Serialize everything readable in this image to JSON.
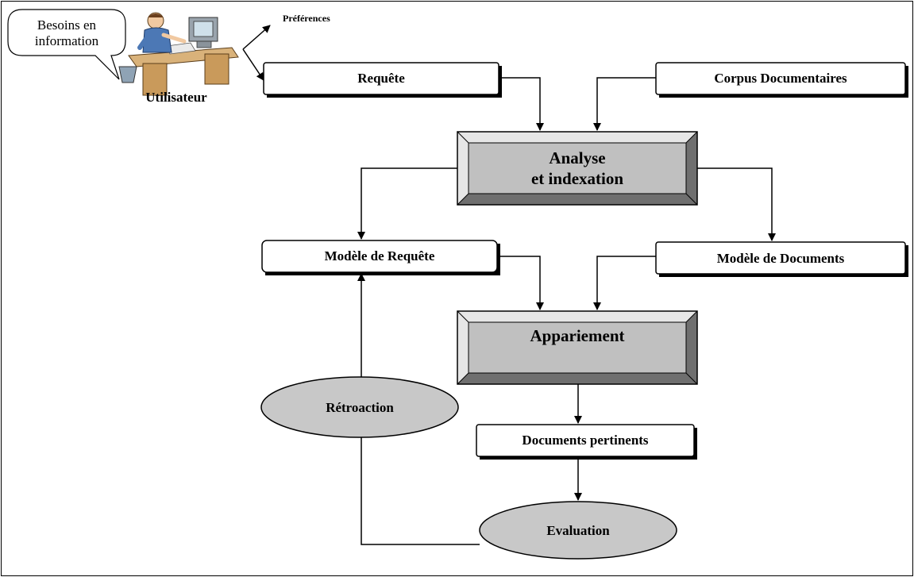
{
  "speech_bubble": {
    "line1": "Besoins en",
    "line2": "information"
  },
  "user_label": "Utilisateur",
  "preferences_label": "Préférences",
  "boxes": {
    "requete": "Requête",
    "corpus": "Corpus Documentaires",
    "analyse_line1": "Analyse",
    "analyse_line2": "et indexation",
    "modele_requete": "Modèle de Requête",
    "modele_documents": "Modèle de Documents",
    "appariement": "Appariement",
    "documents_pertinents": "Documents pertinents"
  },
  "ellipses": {
    "retroaction": "Rétroaction",
    "evaluation": "Evaluation"
  },
  "colors": {
    "process_fill": "#c0c0c0",
    "process_bevel_light": "#e6e6e6",
    "process_bevel_dark": "#6f6f6f",
    "ellipse_fill": "#c8c8c8",
    "stroke": "#000000"
  },
  "icons": {
    "user_illustration": "person-at-desk-with-computer-icon"
  }
}
